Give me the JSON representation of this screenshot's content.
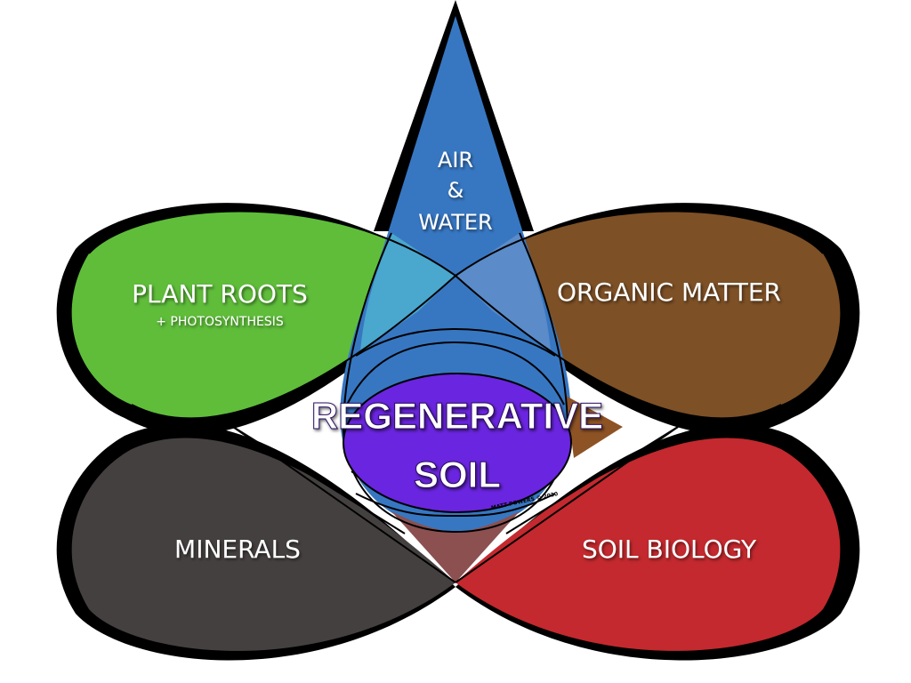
{
  "center": {
    "line1": "REGENERATIVE",
    "line2": "SOIL",
    "credit": "MATT POWERS © 2020",
    "color": "#6a25e0"
  },
  "petals": {
    "air_water": {
      "line1": "AIR",
      "line2": "&",
      "line3": "WATER",
      "color": "#3777c2"
    },
    "plant_roots": {
      "title": "PLANT ROOTS",
      "subtitle": "+ PHOTOSYNTHESIS",
      "color": "#5fbd3a"
    },
    "organic_matter": {
      "title": "ORGANIC MATTER",
      "color": "#7d5026"
    },
    "minerals": {
      "title": "MINERALS",
      "color": "#454040"
    },
    "soil_biology": {
      "title": "SOIL BIOLOGY",
      "color": "#c3292e"
    }
  },
  "overlap_colors": {
    "air_plant": "#4aa7cd",
    "air_organic": "#5b8bc8",
    "air_center_band": "#5d9ad4",
    "plant_minerals": "#5fbd3a",
    "organic_biology": "#8e5325",
    "minerals_biology": "#8c5050"
  }
}
